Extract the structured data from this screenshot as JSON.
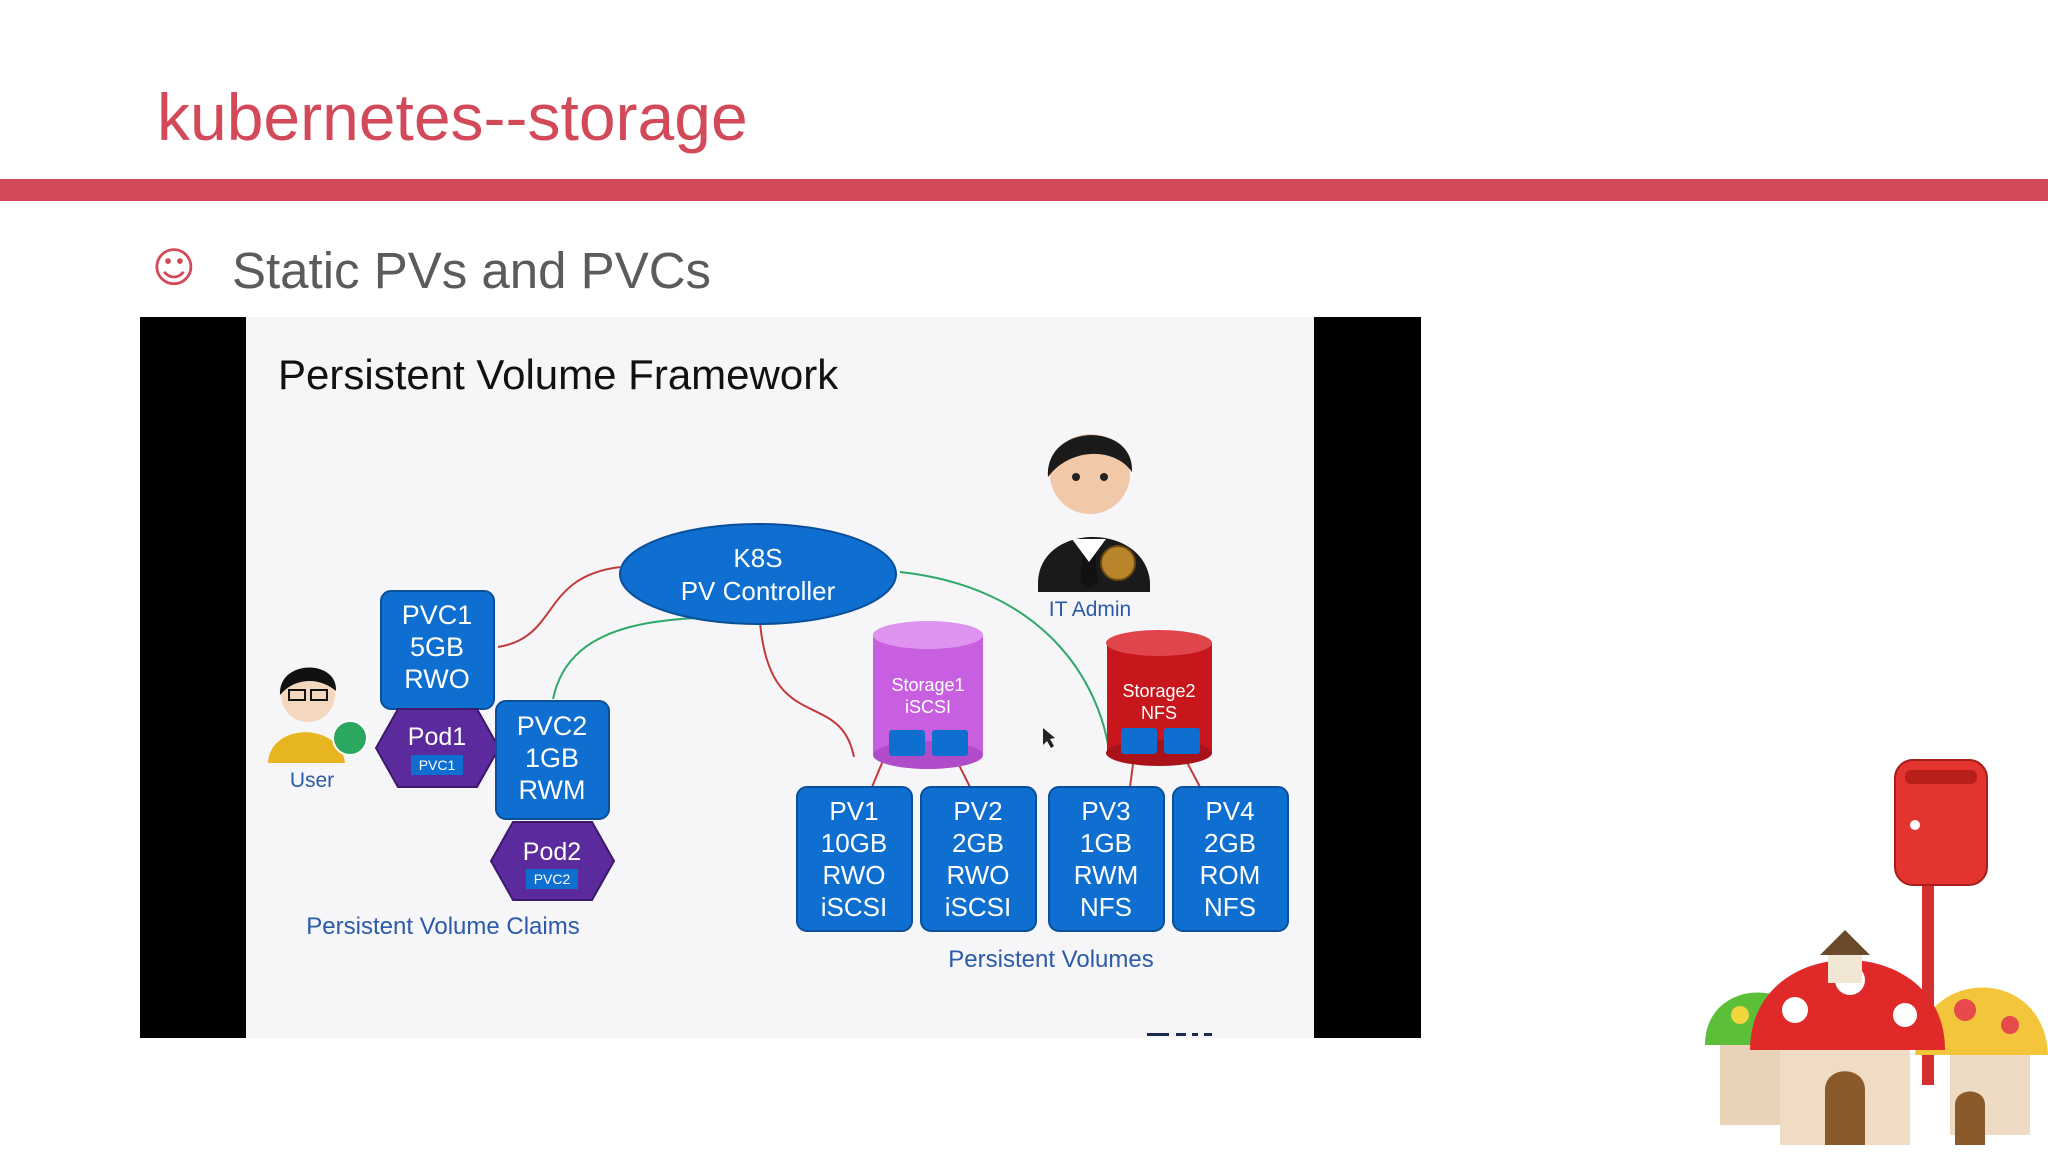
{
  "slide": {
    "title": "kubernetes--storage",
    "bullet_icon": "smiley-icon",
    "bullet_text": "Static PVs and PVCs"
  },
  "diagram": {
    "heading": "Persistent Volume Framework",
    "controller": {
      "line1": "K8S",
      "line2": "PV Controller"
    },
    "admin_label": "IT Admin",
    "user_label": "User",
    "pvcs": [
      {
        "lines": [
          "PVC1",
          "5GB",
          "RWO"
        ]
      },
      {
        "lines": [
          "PVC2",
          "1GB",
          "RWM"
        ]
      }
    ],
    "pods": [
      {
        "name": "Pod1",
        "tag": "PVC1"
      },
      {
        "name": "Pod2",
        "tag": "PVC2"
      }
    ],
    "storages": [
      {
        "line1": "Storage1",
        "line2": "iSCSI",
        "color": "#c75fe0"
      },
      {
        "line1": "Storage2",
        "line2": "NFS",
        "color": "#c8161d"
      }
    ],
    "pvs": [
      {
        "lines": [
          "PV1",
          "10GB",
          "RWO",
          "iSCSI"
        ]
      },
      {
        "lines": [
          "PV2",
          "2GB",
          "RWO",
          "iSCSI"
        ]
      },
      {
        "lines": [
          "PV3",
          "1GB",
          "RWM",
          "NFS"
        ]
      },
      {
        "lines": [
          "PV4",
          "2GB",
          "ROM",
          "NFS"
        ]
      }
    ],
    "claims_caption": "Persistent Volume Claims",
    "volumes_caption": "Persistent Volumes",
    "colors": {
      "accent": "#d24a59",
      "box_blue": "#0f6fd0",
      "pod_purple": "#5b2a9c",
      "link_red": "#c23b3b",
      "link_green": "#2fa86a",
      "caption_blue": "#2b5aa8"
    }
  }
}
